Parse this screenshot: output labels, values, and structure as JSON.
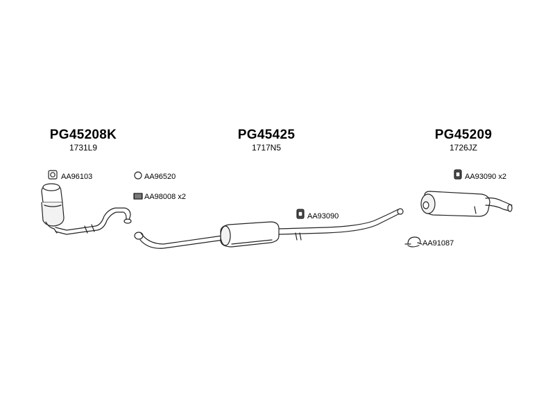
{
  "groups": [
    {
      "code": "PG45208K",
      "ref": "1731L9"
    },
    {
      "code": "PG45425",
      "ref": "1717N5"
    },
    {
      "code": "PG45209",
      "ref": "1726JZ"
    }
  ],
  "parts": {
    "gasket_left": "AA96103",
    "ring": "AA96520",
    "spring_bolt": "AA98008 x2",
    "rubber_mount_center": "AA93090",
    "rubber_mount_rear": "AA93090 x2",
    "clamp": "AA91087"
  },
  "colors": {
    "ink": "#222222",
    "fill": "#e6e6e6",
    "shade": "#bdbdbd"
  }
}
